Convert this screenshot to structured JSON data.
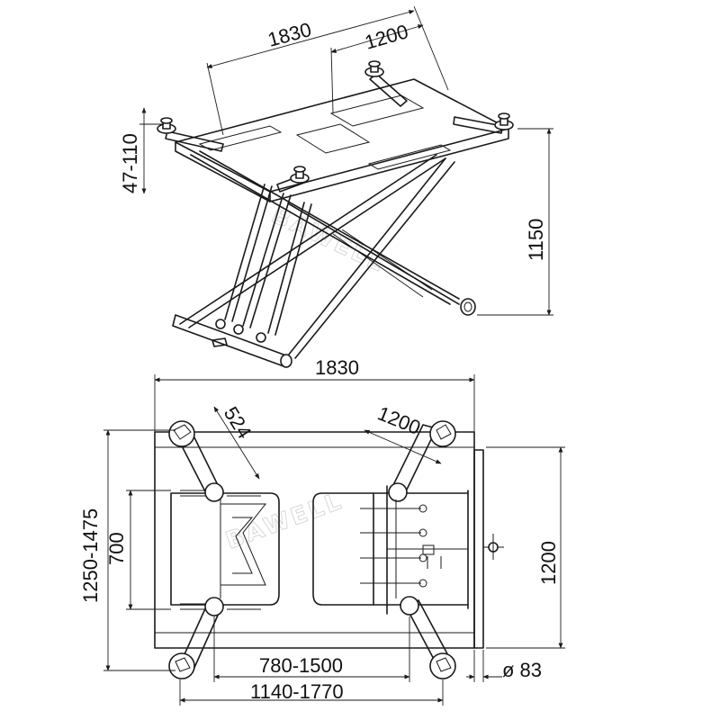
{
  "watermark": "BAWELL",
  "top_view_3d": {
    "dim_length": "1830",
    "dim_width": "1200",
    "dim_pad_height": "47-110",
    "dim_max_height": "1150"
  },
  "plan_view": {
    "dim_length": "1830",
    "dim_arm_length": "524",
    "dim_arm_width": "1200",
    "dim_outer_width": "1250-1475",
    "dim_inner_width": "700",
    "dim_base_width": "1200",
    "dim_inner_span": "780-1500",
    "dim_outer_span": "1140-1770",
    "dim_diameter": "ø 83"
  }
}
